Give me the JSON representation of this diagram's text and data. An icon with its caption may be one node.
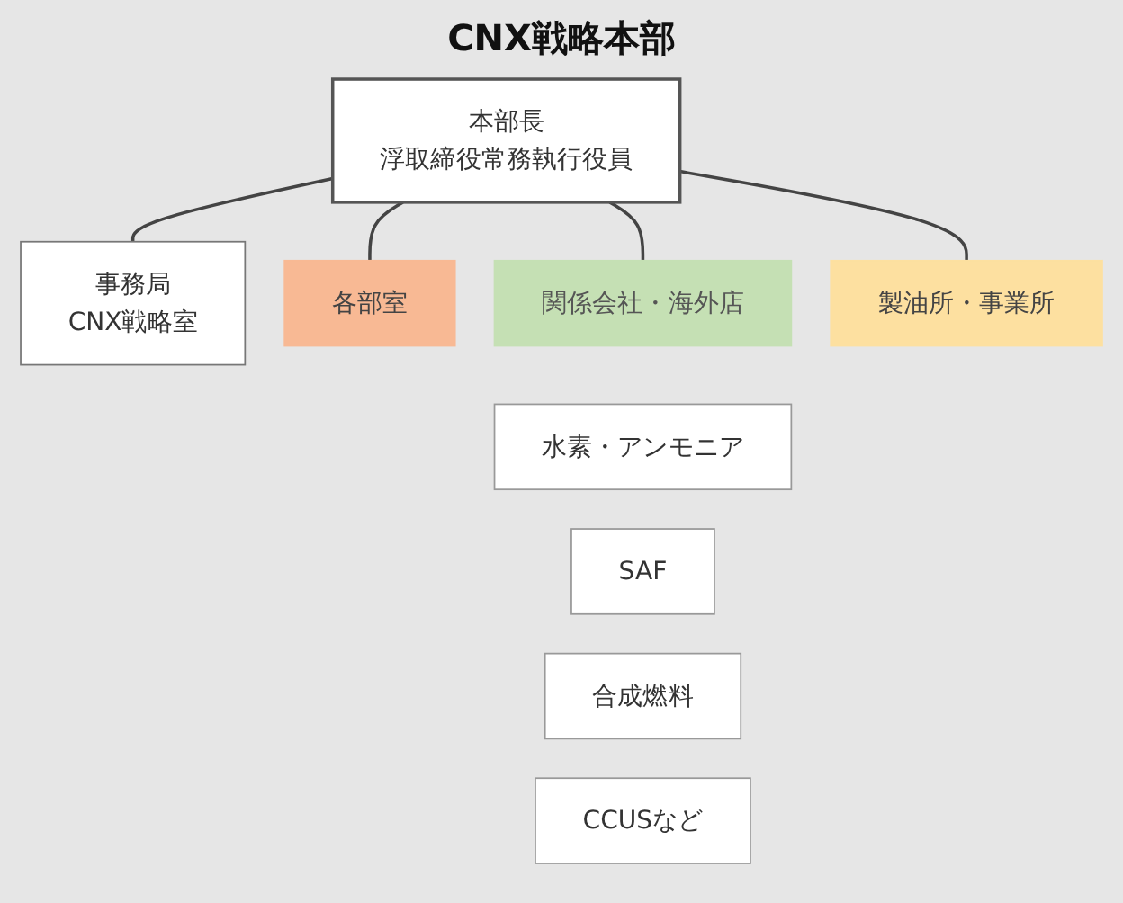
{
  "diagram": {
    "title": "CNX戦略本部",
    "nodes": [
      {
        "text": [
          "本部長",
          "浮取締役常務執行役員"
        ]
      },
      {
        "text": [
          "事務局",
          "CNX戦略室"
        ]
      },
      {
        "text": [
          "各部室"
        ]
      },
      {
        "text": [
          "関係会社・海外店"
        ]
      },
      {
        "text": [
          "製油所・事業所"
        ]
      },
      {
        "text": [
          "水素・アンモニア"
        ]
      },
      {
        "text": [
          "SAF"
        ]
      },
      {
        "text": [
          "合成燃料"
        ]
      },
      {
        "text": [
          "CCUSなど"
        ]
      }
    ],
    "edges": [
      {
        "from": 0,
        "to": 1,
        "arrow": "none"
      },
      {
        "from": 0,
        "to": 2,
        "arrow": "none"
      },
      {
        "from": 0,
        "to": 3,
        "arrow": "none"
      },
      {
        "from": 0,
        "to": 4,
        "arrow": "none"
      }
    ]
  }
}
